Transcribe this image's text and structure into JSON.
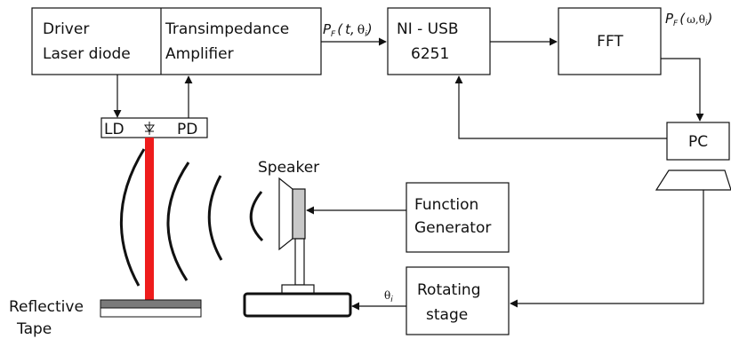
{
  "blocks": {
    "driver_line1": "Driver",
    "driver_line2": "Laser diode",
    "transimpedance_line1": "Transimpedance",
    "transimpedance_line2": "Amplifier",
    "daq_line1": "NI - USB",
    "daq_line2": "6251",
    "fft": "FFT",
    "pc": "PC",
    "function_gen_line1": "Function",
    "function_gen_line2": "Generator",
    "rotating_line1": "Rotating",
    "rotating_line2": "stage"
  },
  "sensor": {
    "ld": "LD",
    "pd": "PD"
  },
  "labels": {
    "speaker": "Speaker",
    "reflective_line1": "Reflective",
    "reflective_line2": "Tape"
  },
  "signals": {
    "time_signal": {
      "symbol": "P",
      "sub": "F",
      "open": "(",
      "var": "t,",
      "theta": "θ",
      "theta_sub": "i",
      "close": ")"
    },
    "freq_signal": {
      "symbol": "P",
      "sub": "F",
      "open": "(",
      "omega": "ω,θ",
      "theta_sub": "i",
      "close": ")"
    },
    "angle": {
      "theta": "θ",
      "sub": "i"
    }
  },
  "colors": {
    "stroke": "#111111",
    "laser_beam": "#ee1c1c",
    "tape_top": "#7a7a7a",
    "speaker_cone": "#c8c8c8"
  }
}
